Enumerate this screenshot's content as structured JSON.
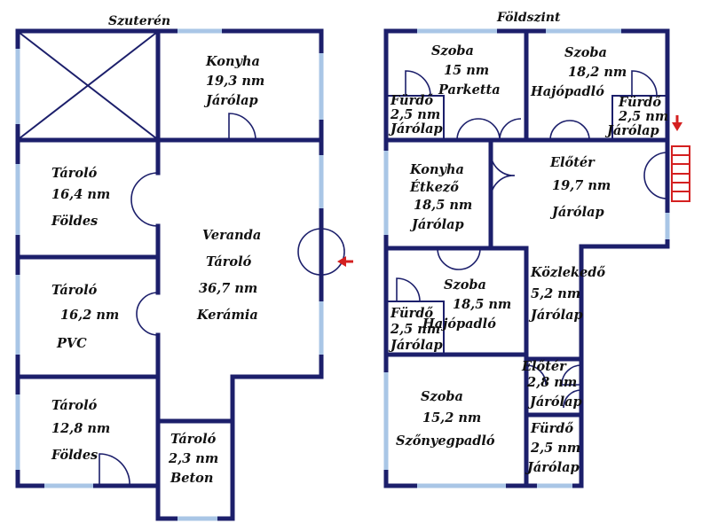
{
  "basement": {
    "title": "Szuterén",
    "rooms": {
      "konyha": [
        "Konyha",
        "19,3 nm",
        "Járólap"
      ],
      "tarolo1": [
        "Tároló",
        "16,4 nm",
        "Földes"
      ],
      "veranda": [
        "Veranda",
        "Tároló",
        "36,7 nm",
        "Kerámia"
      ],
      "tarolo2": [
        "Tároló",
        "16,2 nm",
        "PVC"
      ],
      "tarolo3": [
        "Tároló",
        "12,8 nm",
        "Földes"
      ],
      "tarolo4": [
        "Tároló",
        "2,3 nm",
        "Beton"
      ]
    }
  },
  "ground": {
    "title": "Földszint",
    "rooms": {
      "szoba1": [
        "Szoba",
        "15 nm",
        "Parketta"
      ],
      "szoba2": [
        "Szoba",
        "18,2 nm",
        "Hajópadló"
      ],
      "furdo1": [
        "Fürdő",
        "2,5 nm",
        "Járólap"
      ],
      "furdo2": [
        "Fürdő",
        "2,5 nm",
        "Járólap"
      ],
      "konyha": [
        "Konyha",
        "Étkező",
        "18,5 nm",
        "Járólap"
      ],
      "eloter1": [
        "Előtér",
        "19,7 nm",
        "Járólap"
      ],
      "szoba3": [
        "Szoba",
        "18,5 nm",
        "Hajópadló"
      ],
      "furdo3": [
        "Fürdő",
        "2,5 nm",
        "Járólap"
      ],
      "kozlekedo": [
        "Közlekedő",
        "5,2 nm",
        "Járólap"
      ],
      "eloter2": [
        "Előtér",
        "2,8 nm",
        "Járólap"
      ],
      "szoba4": [
        "Szoba",
        "15,2 nm",
        "Szőnyegpadló"
      ],
      "furdo4": [
        "Fürdő",
        "2,5 nm",
        "Járólap"
      ]
    }
  },
  "colors": {
    "wall": "#1c1f6b",
    "window": "#a9c6e6",
    "entrance_marker": "#d42020"
  }
}
